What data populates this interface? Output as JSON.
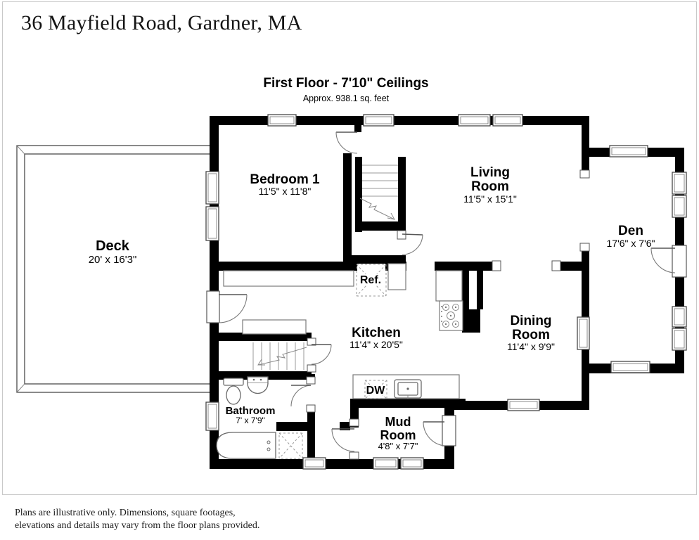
{
  "header": {
    "address": "36 Mayfield Road, Gardner, MA"
  },
  "plan": {
    "title": "First Floor - 7'10\" Ceilings",
    "subtitle": "Approx. 938.1 sq. feet",
    "rooms": {
      "deck": {
        "name": "Deck",
        "dims": "20' x 16'3\""
      },
      "bedroom1": {
        "name": "Bedroom 1",
        "dims": "11'5\" x 11'8\""
      },
      "living": {
        "line1": "Living",
        "line2": "Room",
        "dims": "11'5\" x 15'1\""
      },
      "den": {
        "name": "Den",
        "dims": "17'6\" x 7'6\""
      },
      "kitchen": {
        "name": "Kitchen",
        "dims": "11'4\" x 20'5\""
      },
      "dining": {
        "line1": "Dining",
        "line2": "Room",
        "dims": "11'4\" x 9'9\""
      },
      "bathroom": {
        "name": "Bathroom",
        "dims": "7' x 7'9\""
      },
      "mudroom": {
        "line1": "Mud",
        "line2": "Room",
        "dims": "4'8\" x 7'7\""
      }
    },
    "labels": {
      "refrigerator": "Ref.",
      "dishwasher": "DW"
    }
  },
  "footer": {
    "disclaimer_line1": "Plans are illustrative only. Dimensions, square footages,",
    "disclaimer_line2": "elevations and details may vary from the floor plans provided."
  },
  "colors": {
    "wall": "#000000",
    "line": "#555555",
    "background": "#ffffff"
  }
}
